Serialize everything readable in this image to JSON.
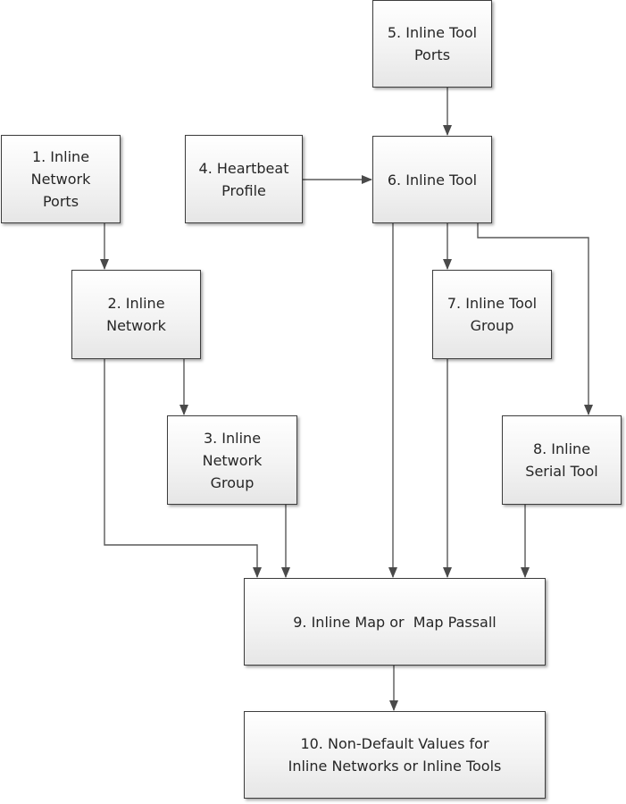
{
  "nodes": {
    "n1": "1. Inline\nNetwork\nPorts",
    "n2": "2. Inline\nNetwork",
    "n3": "3. Inline\nNetwork\nGroup",
    "n4": "4. Heartbeat\nProfile",
    "n5": "5. Inline Tool\nPorts",
    "n6": "6. Inline Tool",
    "n7": "7. Inline Tool\nGroup",
    "n8": "8. Inline\nSerial Tool",
    "n9": "9. Inline Map or  Map Passall",
    "n10": "10. Non-Default Values for\nInline Networks or Inline Tools"
  },
  "edges": [
    {
      "from": "n1",
      "to": "n2"
    },
    {
      "from": "n2",
      "to": "n3"
    },
    {
      "from": "n2",
      "to": "n9"
    },
    {
      "from": "n3",
      "to": "n9"
    },
    {
      "from": "n4",
      "to": "n6"
    },
    {
      "from": "n5",
      "to": "n6"
    },
    {
      "from": "n6",
      "to": "n7"
    },
    {
      "from": "n6",
      "to": "n8"
    },
    {
      "from": "n6",
      "to": "n9"
    },
    {
      "from": "n7",
      "to": "n9"
    },
    {
      "from": "n8",
      "to": "n9"
    },
    {
      "from": "n9",
      "to": "n10"
    }
  ]
}
